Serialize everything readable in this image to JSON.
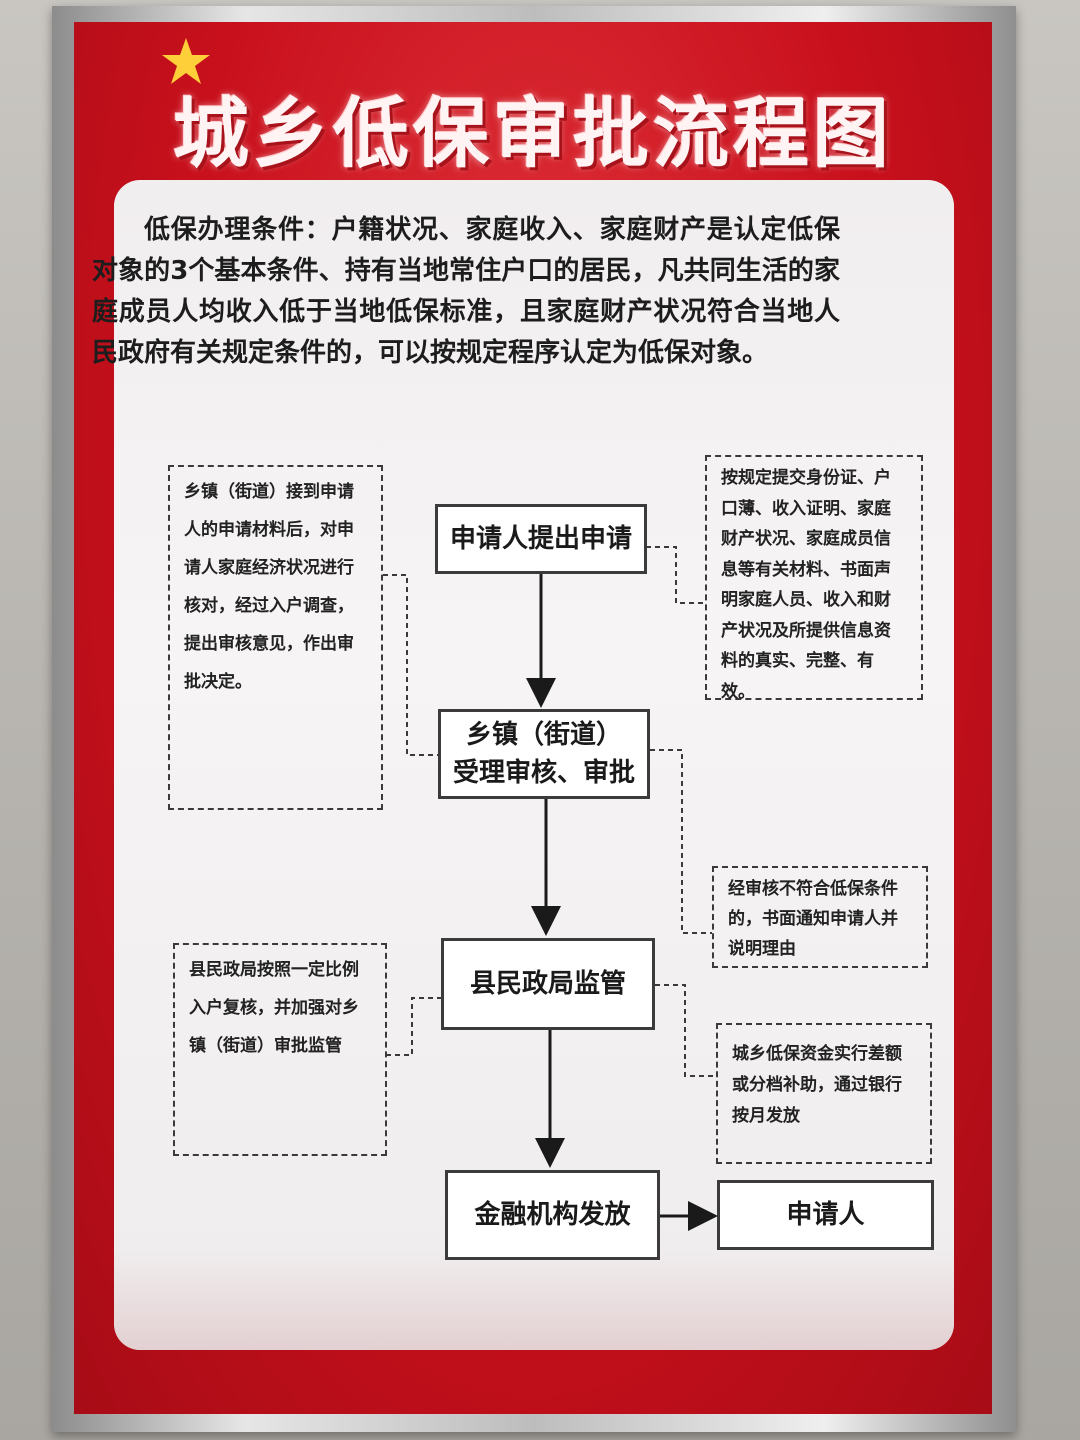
{
  "poster": {
    "title": "城乡低保审批流程图",
    "intro": "低保办理条件：户籍状况、家庭收入、家庭财产是认定低保对象的3个基本条件、持有当地常住户口的居民，凡共同生活的家庭成员人均收入低于当地低保标准，且家庭财产状况符合当地人民政府有关规定条件的，可以按规定程序认定为低保对象。"
  },
  "flow": {
    "step1": "申请人提出申请",
    "step2_line1": "乡镇（街道）",
    "step2_line2": "受理审核、审批",
    "step3": "县民政局监管",
    "step4": "金融机构发放",
    "step5": "申请人"
  },
  "notes": {
    "left1": "乡镇（街道）接到申请人的申请材料后，对申请人家庭经济状况进行核对，经过入户调查，提出审核意见，作出审批决定。",
    "right1": "按规定提交身份证、户口薄、收入证明、家庭财产状况、家庭成员信息等有关材料、书面声明家庭人员、收入和财产状况及所提供信息资料的真实、完整、有效。",
    "right2": "经审核不符合低保条件的，书面通知申请人并说明理由",
    "left2": "县民政局按照一定比例入户复核，并加强对乡镇（街道）审批监管",
    "right3": "城乡低保资金实行差额或分档补助，通过银行按月发放"
  },
  "colors": {
    "poster_red": "#c8101c",
    "panel": "#f3f0f1"
  }
}
